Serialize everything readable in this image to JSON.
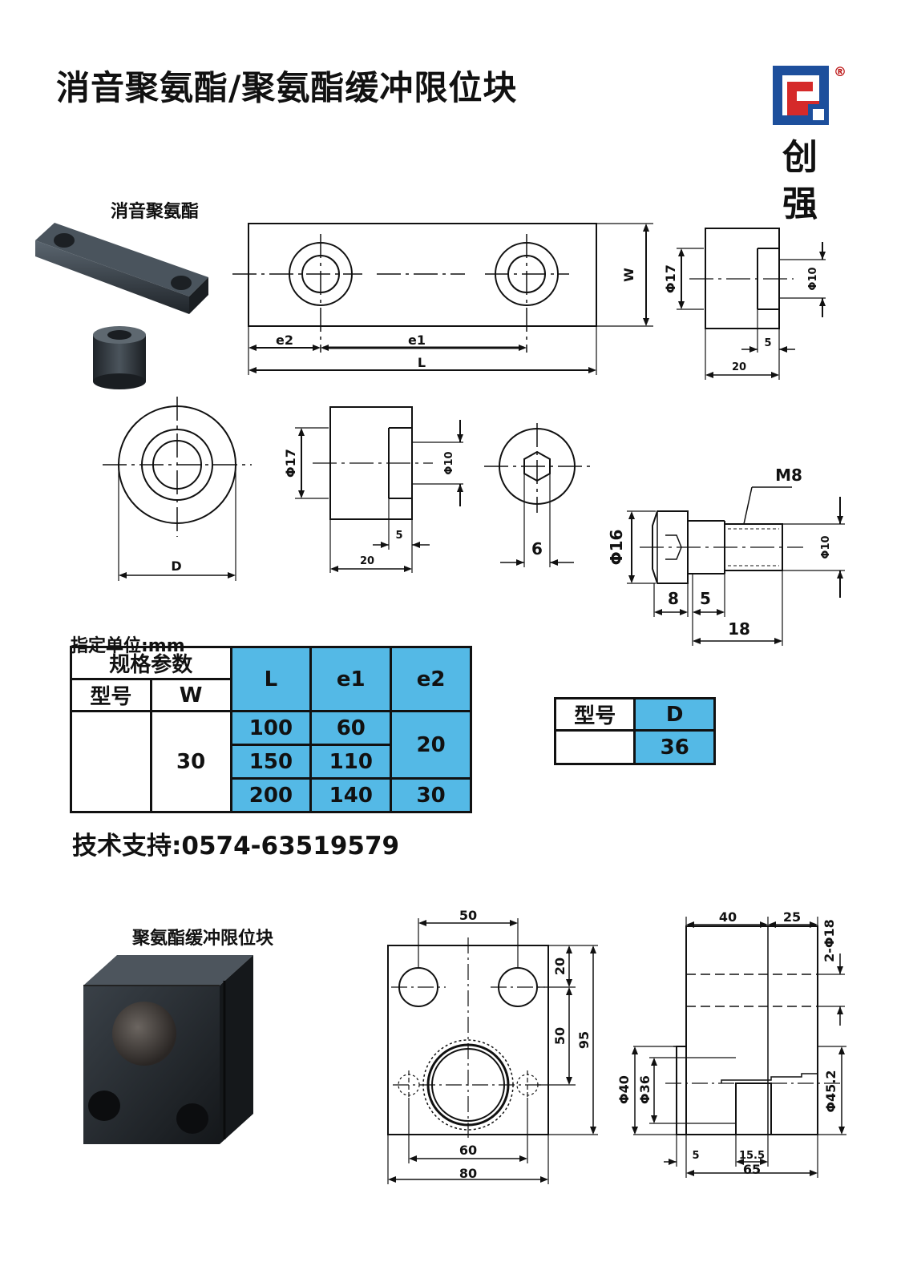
{
  "header": {
    "title": "消音聚氨酯/聚氨酯缓冲限位块"
  },
  "brand": {
    "logo_icon": "cq-logo-icon",
    "registered": "®",
    "name_line1": "创",
    "name_line2": "强"
  },
  "section1": {
    "label": "消音聚氨酯",
    "dims": {
      "W": "W",
      "e2": "e2",
      "e1": "e1",
      "L": "L",
      "phi17": "Φ17",
      "phi10": "Φ10",
      "five": "5",
      "twenty": "20",
      "D": "D",
      "six": "6",
      "M8": "M8",
      "phi16": "Φ16",
      "eight": "8",
      "eighteen": "18"
    }
  },
  "unit_note": "指定单位:mm",
  "spec_table": {
    "header_group": "规格参数",
    "col_model": "型号",
    "col_W": "W",
    "col_L": "L",
    "col_e1": "e1",
    "col_e2": "e2",
    "W_value": "30",
    "rows": [
      {
        "L": "100",
        "e1": "60"
      },
      {
        "L": "150",
        "e1": "110"
      },
      {
        "L": "200",
        "e1": "140"
      }
    ],
    "e2_merged": "20",
    "e2_last": "30"
  },
  "d_table": {
    "col_model": "型号",
    "col_D": "D",
    "D_value": "36"
  },
  "support": "技术支持:0574-63519579",
  "section2": {
    "label": "聚氨酯缓冲限位块",
    "front_dims": {
      "top": "50",
      "right_top": "20",
      "right_mid": "50",
      "right_full": "95",
      "bottom_inner": "60",
      "bottom_outer": "80"
    },
    "side_dims": {
      "top_left": "40",
      "top_right": "25",
      "right_top": "2-Φ18",
      "phi40": "Φ40",
      "phi36": "Φ36",
      "phi45": "Φ45.2",
      "five": "5",
      "fifteen": "15.5",
      "sixtyfive": "65"
    }
  }
}
